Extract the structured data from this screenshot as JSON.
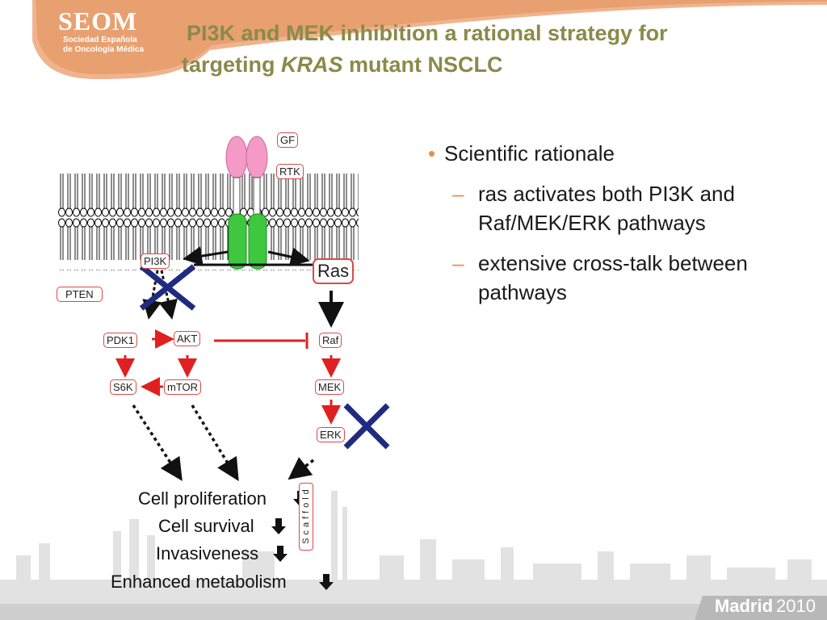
{
  "header": {
    "logo_name": "SEOM",
    "logo_line1": "Sociedad Española",
    "logo_line2": "de Oncología Médica",
    "title_line1": "PI3K and MEK inhibition a rational strategy for",
    "title_line2_pre": "targeting ",
    "title_line2_em": "KRAS",
    "title_line2_post": " mutant NSCLC"
  },
  "bullets": {
    "main": "Scientific rationale",
    "sub1": "ras activates both PI3K and Raf/MEK/ERK pathways",
    "sub2": "extensive cross-talk between pathways"
  },
  "diagram": {
    "gf": "GF",
    "rtk": "RTK",
    "pi3k": "PI3K",
    "pten": "PTEN",
    "ras": "Ras",
    "pdk1": "PDK1",
    "akt": "AKT",
    "raf": "Raf",
    "s6k": "S6K",
    "mtor": "mTOR",
    "mek": "MEK",
    "erk": "ERK",
    "scaffold": "Scaffold"
  },
  "outcomes": {
    "proliferation": "Cell proliferation",
    "survival": "Cell survival",
    "invasiveness": "Invasiveness",
    "metabolism": "Enhanced metabolism"
  },
  "footer": {
    "city": "Madrid",
    "year": "2010"
  },
  "colors": {
    "title": "#8a8a4a",
    "accent_orange": "#f08a4b",
    "signal_red": "#e02020",
    "inhibit_blue": "#1f2a80"
  }
}
